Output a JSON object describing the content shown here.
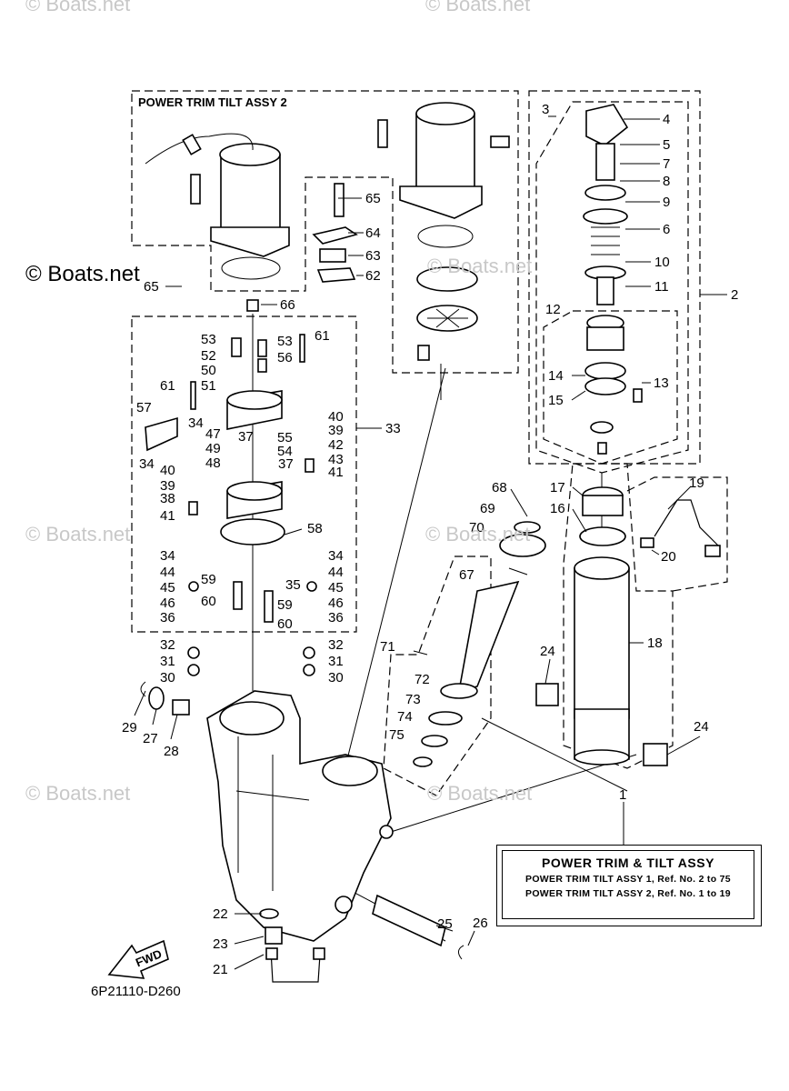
{
  "watermarks": {
    "faded": "© Boats.net",
    "prominent": "© Boats.net"
  },
  "assembly_labels": {
    "power_trim_tilt_assy_2": "POWER  TRIM  TILT ASSY  2",
    "fwd": "FWD"
  },
  "legend": {
    "title": "POWER  TRIM  &  TILT  ASSY",
    "line1": "POWER  TRIM  TILT  ASSY  1,  Ref.  No.  2  to  75",
    "line2": "POWER  TRIM  TILT  ASSY  2,  Ref.  No.  1  to  19"
  },
  "drawing_code": "6P21110-D260",
  "callouts": [
    "1",
    "2",
    "3",
    "4",
    "5",
    "6",
    "7",
    "8",
    "9",
    "10",
    "11",
    "12",
    "13",
    "14",
    "15",
    "16",
    "17",
    "18",
    "19",
    "20",
    "21",
    "22",
    "23",
    "24",
    "24",
    "25",
    "26",
    "27",
    "28",
    "29",
    "30",
    "30",
    "31",
    "31",
    "32",
    "32",
    "33",
    "34",
    "34",
    "34",
    "34",
    "35",
    "36",
    "36",
    "37",
    "37",
    "38",
    "39",
    "39",
    "40",
    "40",
    "41",
    "41",
    "42",
    "43",
    "44",
    "44",
    "45",
    "45",
    "46",
    "46",
    "47",
    "48",
    "49",
    "50",
    "51",
    "52",
    "53",
    "53",
    "54",
    "55",
    "56",
    "57",
    "58",
    "59",
    "59",
    "60",
    "60",
    "61",
    "61",
    "62",
    "63",
    "64",
    "65",
    "65",
    "66",
    "67",
    "68",
    "69",
    "70",
    "71",
    "72",
    "73",
    "74",
    "75"
  ]
}
